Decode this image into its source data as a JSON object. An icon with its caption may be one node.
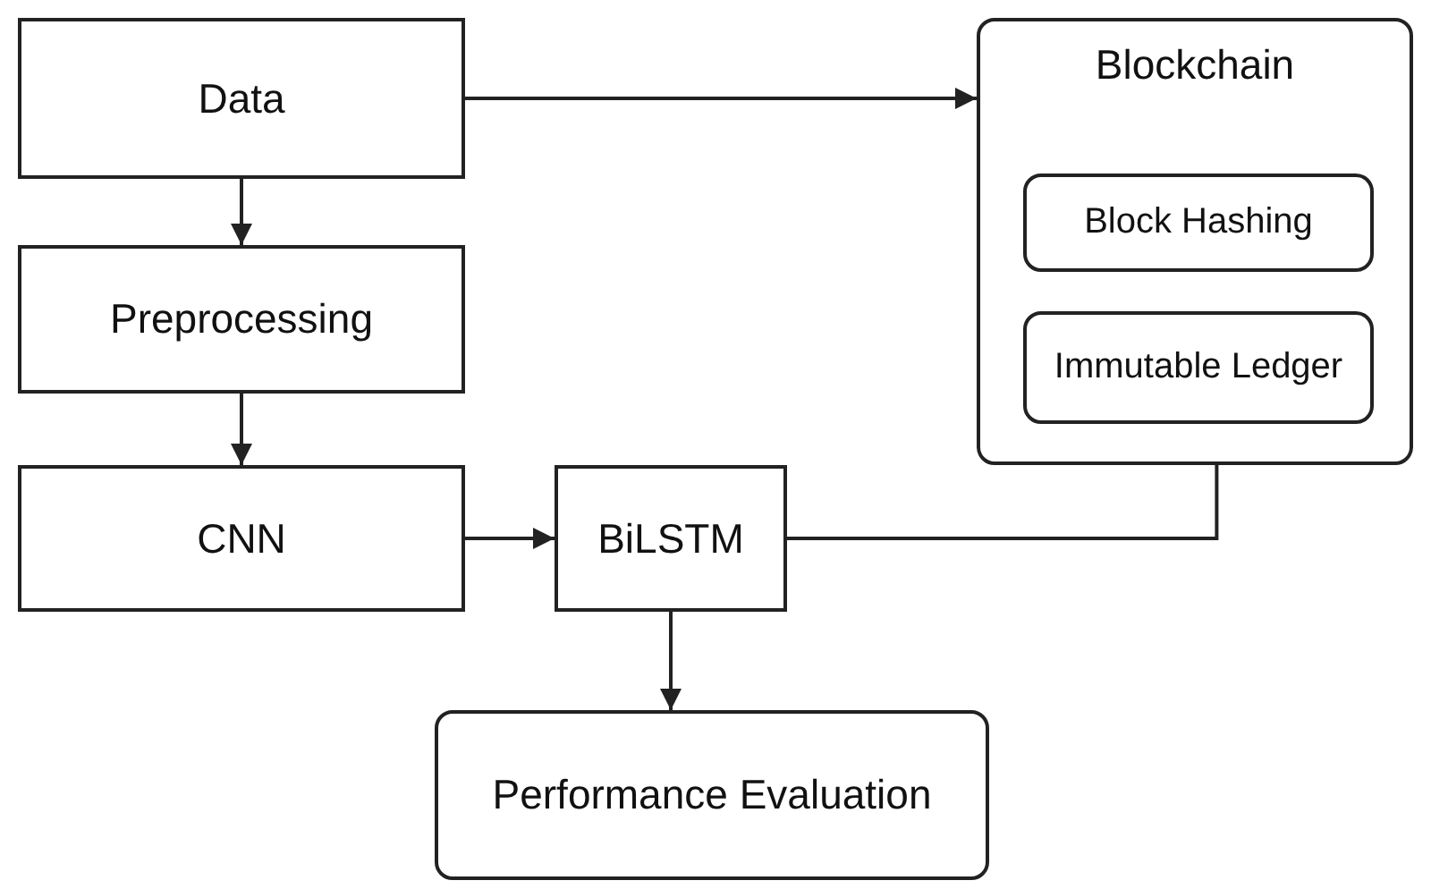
{
  "diagram": {
    "nodes": [
      {
        "text": [
          "Data"
        ]
      },
      {
        "text": [
          "Preprocessing"
        ]
      },
      {
        "text": [
          "CNN"
        ]
      },
      {
        "text": [
          "BiLSTM"
        ]
      },
      {
        "text": [
          "Blockchain"
        ]
      },
      {
        "text": [
          "Block Hashing"
        ],
        "in": 4
      },
      {
        "text": [
          "Immutable Ledger"
        ],
        "in": 4
      },
      {
        "text": [
          "Performance Evaluation"
        ]
      }
    ],
    "edges": [
      {
        "from": 0,
        "to": 4,
        "arrow": "to"
      },
      {
        "from": 0,
        "to": 1,
        "arrow": "to"
      },
      {
        "from": 1,
        "to": 2,
        "arrow": "to"
      },
      {
        "from": 2,
        "to": 3,
        "arrow": "to"
      },
      {
        "from": 3,
        "to": 4,
        "arrow": "none"
      },
      {
        "from": 3,
        "to": 7,
        "arrow": "to"
      }
    ]
  }
}
